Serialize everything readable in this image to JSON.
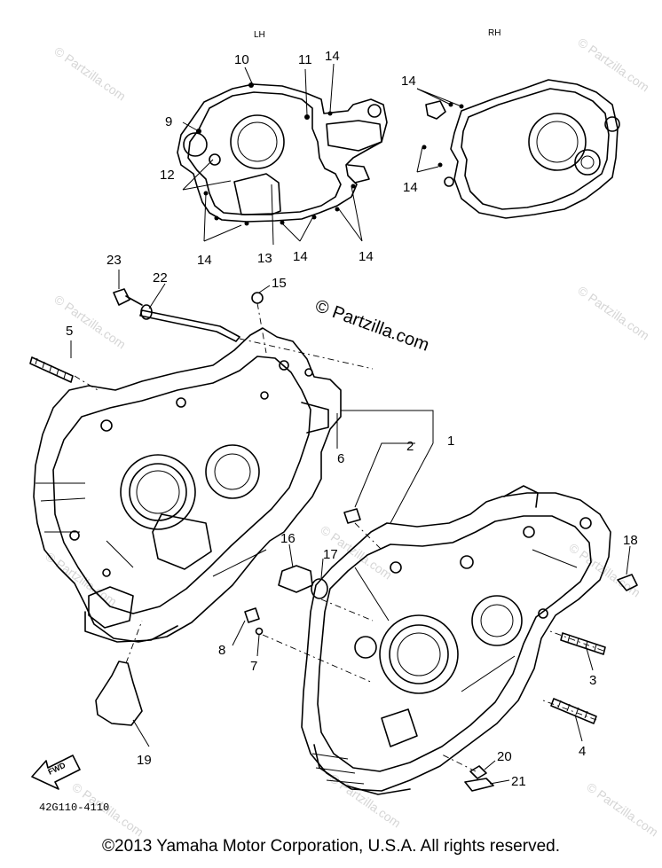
{
  "labels": {
    "side_left": "LH",
    "side_right": "RH",
    "part_code": "42G110-4110",
    "forward_arrow": "FWD"
  },
  "watermark": {
    "brand": "© Partzilla.com",
    "tile": "© Partzilla.com"
  },
  "callouts": [
    "1",
    "2",
    "3",
    "4",
    "5",
    "6",
    "7",
    "8",
    "9",
    "10",
    "11",
    "12",
    "13",
    "14",
    "15",
    "16",
    "17",
    "18",
    "19",
    "20",
    "21",
    "22",
    "23"
  ],
  "copyright": "©2013  Yamaha Motor Corporation, U.S.A. All rights reserved."
}
